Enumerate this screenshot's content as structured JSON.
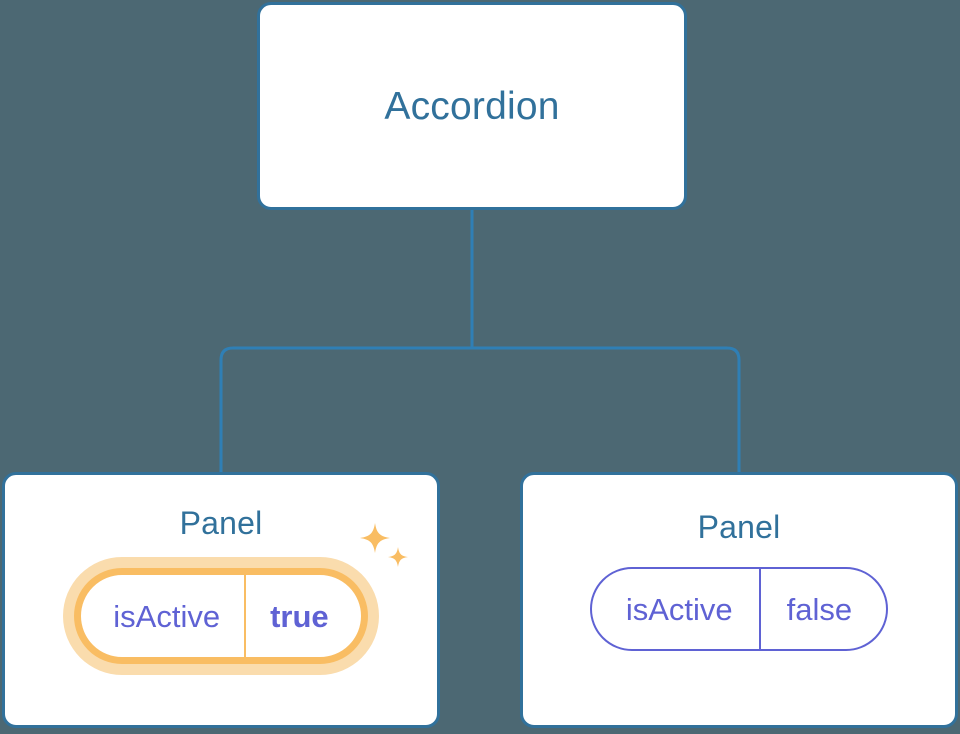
{
  "theme": {
    "background": "#4c6873",
    "card_fill": "#ffffff",
    "card_border": "#31719b",
    "title_color": "#31719b",
    "pill_color": "#5f62d4",
    "highlight_ring": "#f9bd63",
    "highlight_glow": "#fadcad",
    "sparkle_color": "#f9bd63",
    "connector_color": "#2f7fb5"
  },
  "tree": {
    "root": {
      "title": "Accordion"
    },
    "children": [
      {
        "title": "Panel",
        "prop": {
          "key": "isActive",
          "value": "true"
        },
        "highlighted": true,
        "sparkle_icon": "sparkles-icon"
      },
      {
        "title": "Panel",
        "prop": {
          "key": "isActive",
          "value": "false"
        },
        "highlighted": false
      }
    ]
  }
}
